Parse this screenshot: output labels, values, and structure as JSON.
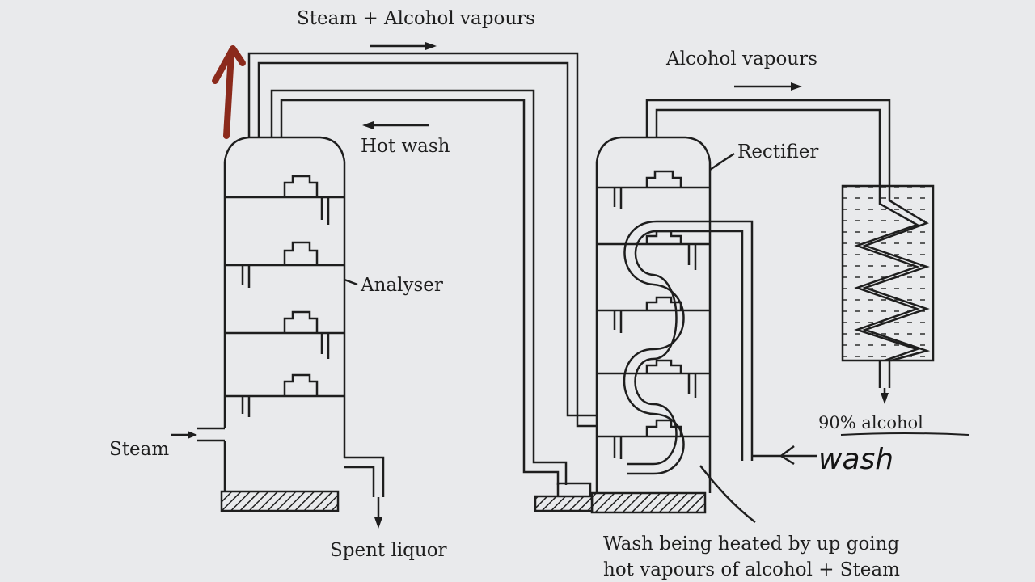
{
  "labels": {
    "steam_alcohol_vapours": "Steam + Alcohol vapours",
    "hot_wash": "Hot wash",
    "alcohol_vapours": "Alcohol vapours",
    "rectifier": "Rectifier",
    "analyser": "Analyser",
    "steam": "Steam",
    "spent_liquor": "Spent liquor",
    "alcohol_90": "90% alcohol",
    "wash_handwritten": "wash",
    "caption_line1": "Wash being heated by up going",
    "caption_line2": "hot vapours of alcohol + Steam"
  },
  "colors": {
    "background": "#e9eaec",
    "ink": "#1e1e1e",
    "handwritten_arrow": "#8b2a1c"
  }
}
